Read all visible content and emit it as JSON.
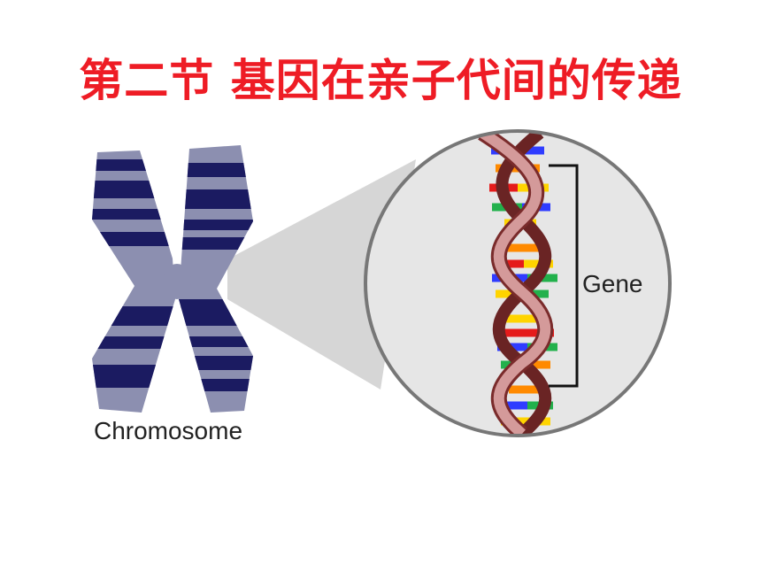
{
  "title": "第二节 基因在亲子代间的传递",
  "colors": {
    "title": "#ee1c25",
    "chromosome_light": "#8c8fb0",
    "chromosome_dark": "#1b1b61",
    "zoom_cone": "#d6d6d6",
    "lens_fill": "#e6e6e6",
    "lens_border": "#777777",
    "backbone": "#d49a9a",
    "backbone_dark": "#6a2424",
    "bracket": "#111111"
  },
  "icons": {
    "chromosome": "x-chromosome-icon",
    "dna": "dna-helix-icon"
  },
  "diagram": {
    "chromosome_label": "Chromosome",
    "gene_label": "Gene"
  }
}
